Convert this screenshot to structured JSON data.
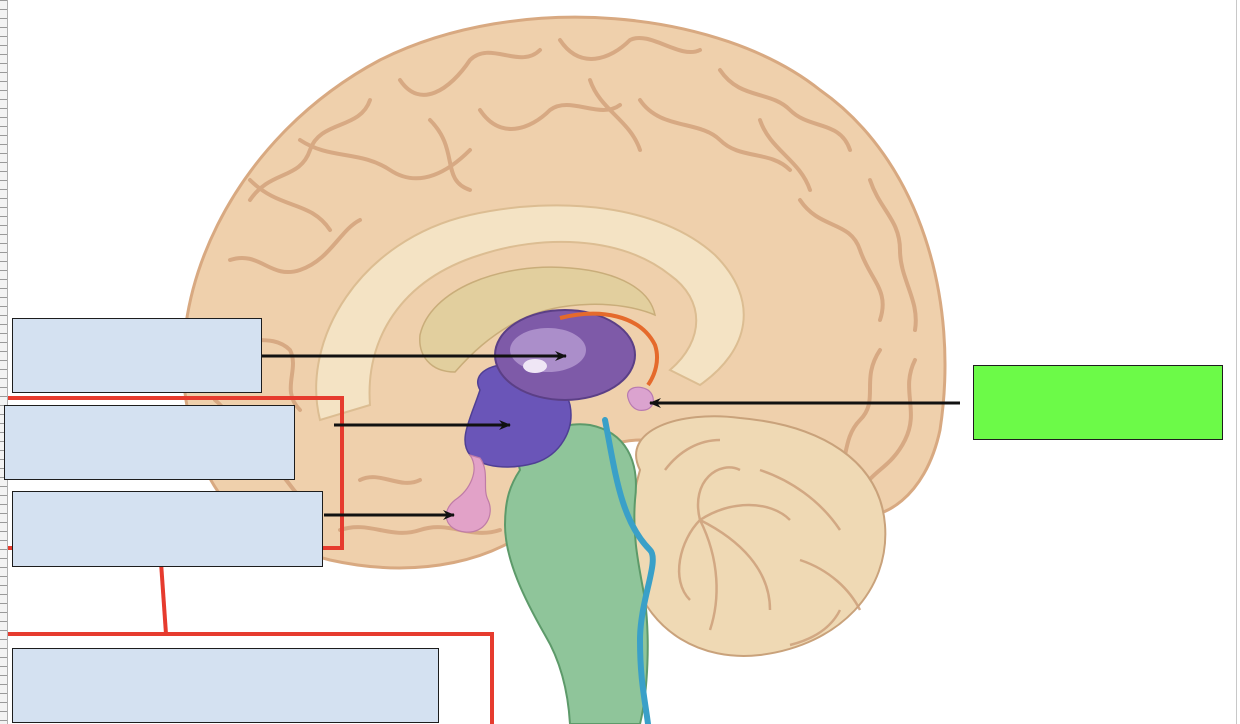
{
  "colors": {
    "box_fill": "#d4e1f1",
    "highlight_fill": "#6cfa48",
    "bracket": "#e63b2e",
    "arrow": "#111111",
    "cortex": "#efd0ac",
    "cortex_shadow": "#d8a981",
    "corpus_callosum": "#f4e3c4",
    "ventricle": "#e2cf9e",
    "thalamus": "#7e5aa8",
    "hypothalamus": "#6a55b8",
    "pituitary": "#e2a2c8",
    "brainstem": "#8fc59a",
    "csf_channel": "#3aa0c8",
    "cerebellum": "#efd9b4"
  },
  "labels": [
    {
      "id": "label-box-thalamus",
      "text": "",
      "highlighted": false
    },
    {
      "id": "label-box-hypothalamus",
      "text": "",
      "highlighted": false
    },
    {
      "id": "label-box-pituitary",
      "text": "",
      "highlighted": false
    },
    {
      "id": "label-box-group",
      "text": "",
      "highlighted": false
    },
    {
      "id": "label-box-pineal",
      "text": "",
      "highlighted": true
    }
  ]
}
